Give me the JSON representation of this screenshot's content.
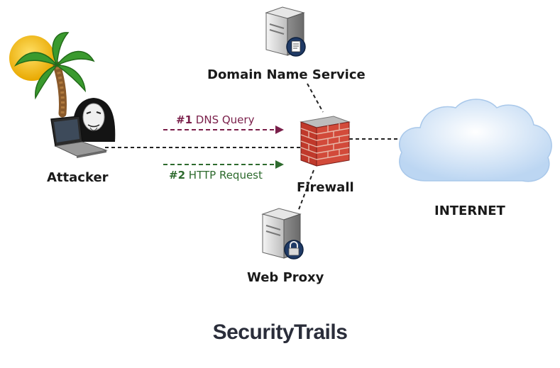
{
  "nodes": {
    "dns": {
      "label": "Domain Name Service"
    },
    "attacker": {
      "label": "Attacker"
    },
    "firewall": {
      "label": "Firewall"
    },
    "internet": {
      "label": "INTERNET"
    },
    "proxy": {
      "label": "Web Proxy"
    }
  },
  "flows": {
    "dns_query": {
      "step": "#1",
      "label": "DNS Query",
      "color": "#7a1f4a"
    },
    "http_request": {
      "step": "#2",
      "label": "HTTP Request",
      "color": "#2e6b2e"
    }
  },
  "brand": {
    "name": "SecurityTrails"
  },
  "colors": {
    "brick": "#c0392b",
    "cloud": "#cfe3f7",
    "sun": "#f5c518",
    "server": "#dcdcdc"
  },
  "icons": {
    "attacker": "anonymous-hacker-laptop-icon",
    "palm": "palm-tree-sun-icon",
    "dns_server": "server-document-icon",
    "proxy_server": "server-lock-icon",
    "firewall": "brick-wall-icon",
    "internet": "cloud-icon"
  }
}
